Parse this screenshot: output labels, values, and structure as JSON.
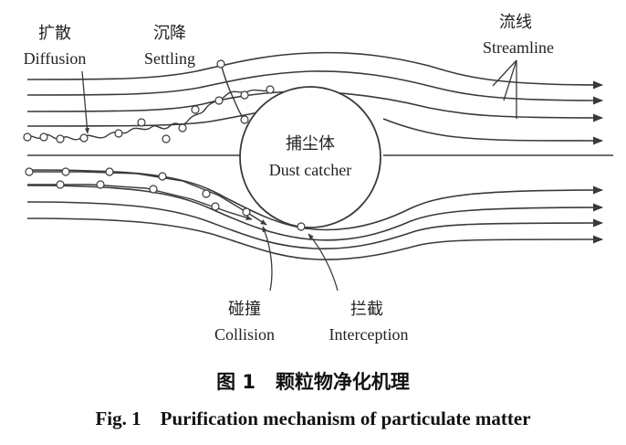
{
  "labels": {
    "diffusion_cn": "扩散",
    "diffusion_en": "Diffusion",
    "settling_cn": "沉降",
    "settling_en": "Settling",
    "streamline_cn": "流线",
    "streamline_en": "Streamline",
    "collector_cn": "捕尘体",
    "collector_en": "Dust catcher",
    "collision_cn": "碰撞",
    "collision_en": "Collision",
    "interception_cn": "拦截",
    "interception_en": "Interception"
  },
  "caption": {
    "cn": "图 1   颗粒物净化机理",
    "en": "Fig. 1    Purification mechanism of particulate matter"
  }
}
